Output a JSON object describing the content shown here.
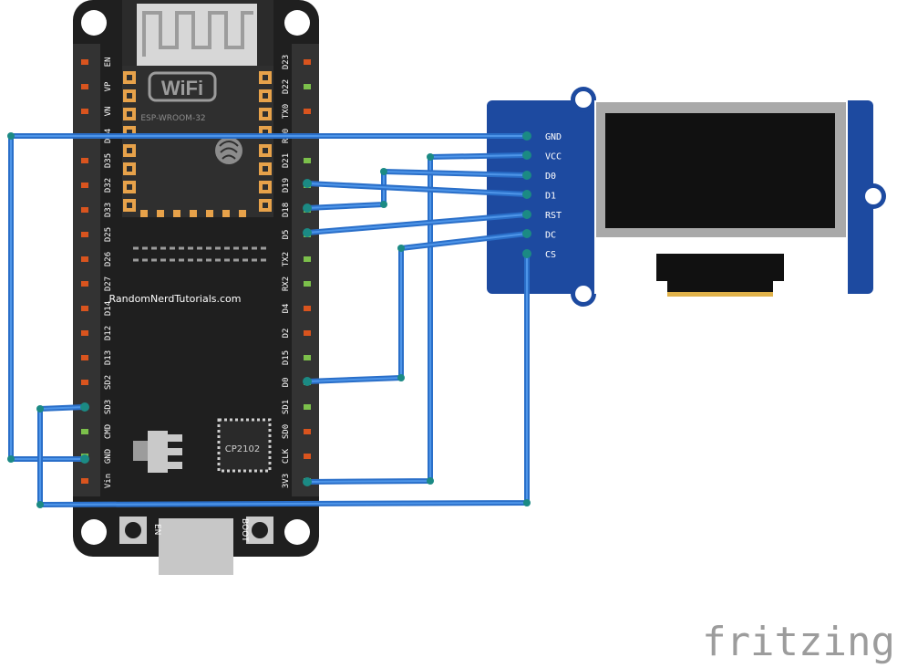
{
  "board": {
    "module_label": "ESP-WROOM-32",
    "wifi_logo": "WiFi",
    "silkscreen": "RandomNerdTutorials.com",
    "chip_label": "CP2102",
    "button_en": "EN",
    "button_boot": "BOOT",
    "left_pins": [
      "EN",
      "VP",
      "VN",
      "D34",
      "D35",
      "D32",
      "D33",
      "D25",
      "D26",
      "D27",
      "D14",
      "D12",
      "D13",
      "SD2",
      "SD3",
      "CMD",
      "GND",
      "Vin"
    ],
    "right_pins": [
      "D23",
      "D22",
      "TX0",
      "RX0",
      "D21",
      "D19",
      "D18",
      "D5",
      "TX2",
      "RX2",
      "D4",
      "D2",
      "D15",
      "D0",
      "SD1",
      "SD0",
      "CLK",
      "3V3"
    ]
  },
  "oled": {
    "pins": [
      "GND",
      "VCC",
      "D0",
      "D1",
      "RST",
      "DC",
      "CS"
    ]
  },
  "colors": {
    "board": "#1f1f1f",
    "board_dark": "#2a2a2a",
    "pin_red": "#d9541e",
    "pin_green": "#7cc04b",
    "wire": "#2a6fc9",
    "wire_light": "#4e95e8",
    "oled_pcb": "#1d4aa0",
    "screen_frame": "#a9a9a9",
    "screen": "#111111",
    "header_gold": "#e0b24a",
    "logo": "#9c9c9c"
  },
  "watermark": "fritzing"
}
